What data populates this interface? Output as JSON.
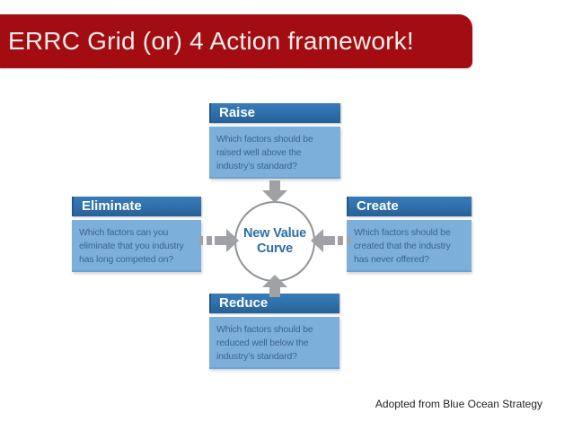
{
  "slide": {
    "title": "ERRC Grid (or) 4 Action framework!",
    "credit": "Adopted from Blue Ocean Strategy"
  },
  "diagram": {
    "center": {
      "line1": "New Value",
      "line2": "Curve"
    },
    "boxes": {
      "raise": {
        "label": "Raise",
        "question": "Which factors should be raised well above the industry’s standard?"
      },
      "eliminate": {
        "label": "Eliminate",
        "question": "Which factors can you eliminate that you industry has long competed on?"
      },
      "create": {
        "label": "Create",
        "question": "Which factors should be created that the industry has never offered?"
      },
      "reduce": {
        "label": "Reduce",
        "question": "Which factors should be reduced well below the industry’s standard?"
      }
    },
    "icons": {
      "arrow_top": "block-arrow-down-icon",
      "arrow_bottom": "block-arrow-up-icon",
      "arrow_left": "dashed-block-arrow-right-icon",
      "arrow_right": "dashed-block-arrow-left-icon"
    },
    "colors": {
      "banner_red": "#A30C10",
      "title_text": "#F3EDEC",
      "header_blue": "#2E6FA9",
      "body_blue": "#7DAFDB",
      "body_text_blue": "#3A668F",
      "hub_text_blue": "#2C6DA8",
      "arrow_gray": "#9FA1A4",
      "circle_gray": "#919497"
    }
  }
}
